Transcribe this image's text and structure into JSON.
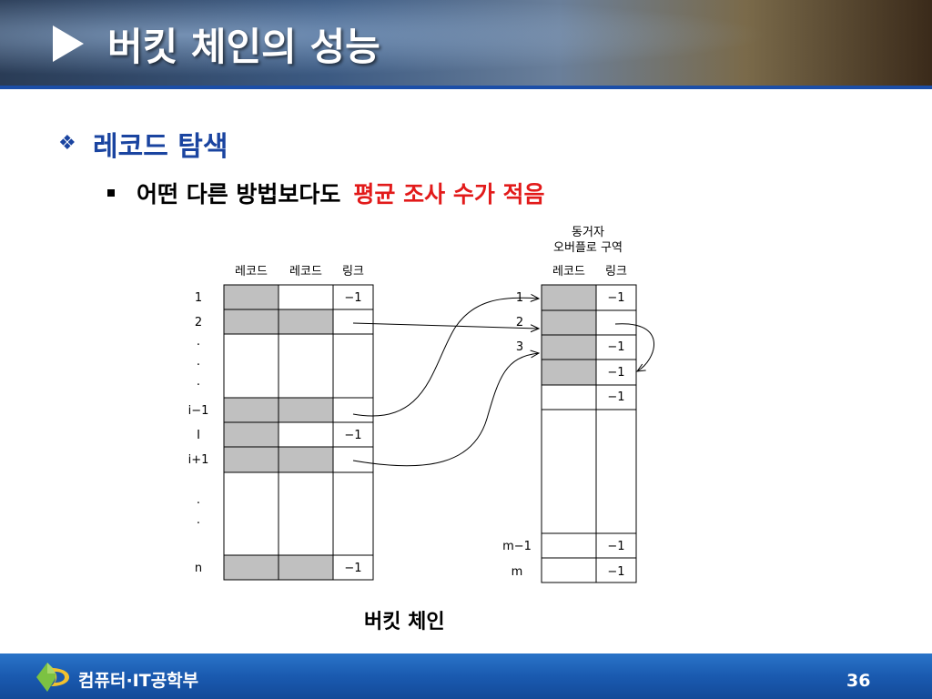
{
  "slide": {
    "title": "버킷 체인의 성능",
    "bullet1": "레코드 탐색",
    "bullet2_prefix": "어떤 다른 방법보다도",
    "bullet2_highlight": "평균 조사 수가 적음",
    "caption": "버킷 체인",
    "footer_label": "컴퓨터·IT공학부",
    "page_number": "36"
  },
  "diagram": {
    "left_table": {
      "headers": [
        "레코드",
        "레코드",
        "링크"
      ],
      "row_labels": [
        "1",
        "2",
        "·",
        "·",
        "·",
        "i−1",
        "I",
        "i+1",
        "·",
        "·",
        "n"
      ],
      "link_values": [
        "−1",
        "−1",
        "−1"
      ]
    },
    "right_table": {
      "top_label_line1": "동거자",
      "top_label_line2": "오버플로 구역",
      "headers": [
        "레코드",
        "링크"
      ],
      "row_labels": [
        "1",
        "2",
        "3",
        "m−1",
        "m"
      ],
      "link_values": [
        "−1",
        "−1",
        "−1",
        "−1",
        "−1",
        "−1"
      ]
    }
  },
  "colors": {
    "title_text": "#ffffff",
    "bullet1_text": "#1a44a0",
    "highlight_text": "#e21a1a",
    "filled_cell": "#c0c0c0",
    "footer_blue": "#1a5ab0"
  }
}
